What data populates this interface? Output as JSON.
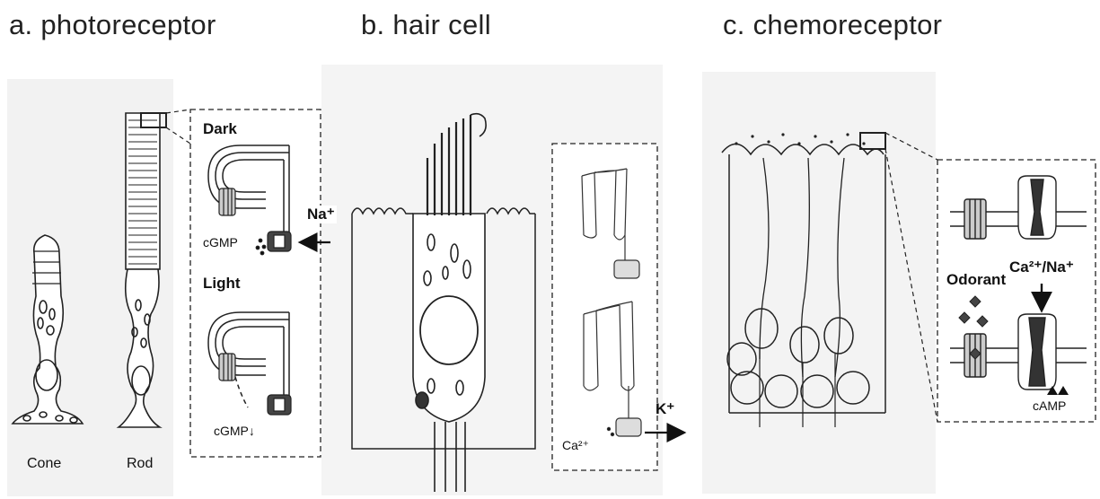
{
  "panels": {
    "a": {
      "title": "a. photoreceptor"
    },
    "b": {
      "title": "b. hair cell"
    },
    "c": {
      "title": "c. chemoreceptor"
    }
  },
  "photoreceptor": {
    "cone_label": "Cone",
    "rod_label": "Rod",
    "dark_label": "Dark",
    "light_label": "Light",
    "cgmp_dark": "cGMP",
    "cgmp_light": "cGMP↓",
    "ion": "Na⁺"
  },
  "hair_cell": {
    "ca_label": "Ca²⁺",
    "ion": "K⁺"
  },
  "chemoreceptor": {
    "odorant_label": "Odorant",
    "ion": "Ca²⁺/Na⁺",
    "camp_label": "cAMP"
  }
}
